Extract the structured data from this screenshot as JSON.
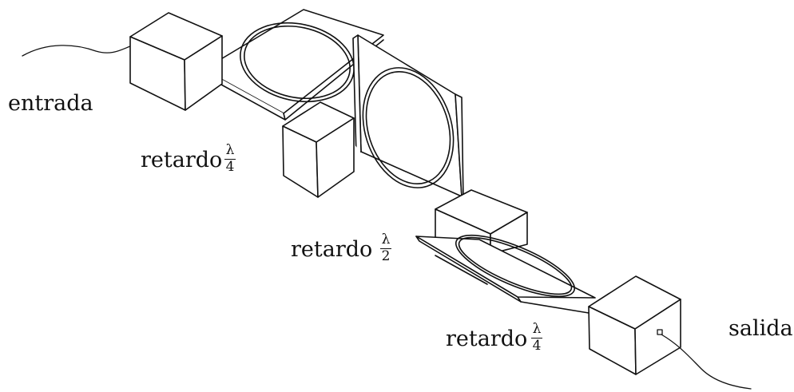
{
  "labels": {
    "input": "entrada",
    "output": "salida",
    "retarder_1": {
      "text": "retardo",
      "numerator": "λ",
      "denominator": "4"
    },
    "retarder_2": {
      "text": "retardo",
      "numerator": "λ",
      "denominator": "2"
    },
    "retarder_3": {
      "text": "retardo",
      "numerator": "λ",
      "denominator": "4"
    }
  },
  "colors": {
    "line": "#111111",
    "face": "#ffffff"
  }
}
